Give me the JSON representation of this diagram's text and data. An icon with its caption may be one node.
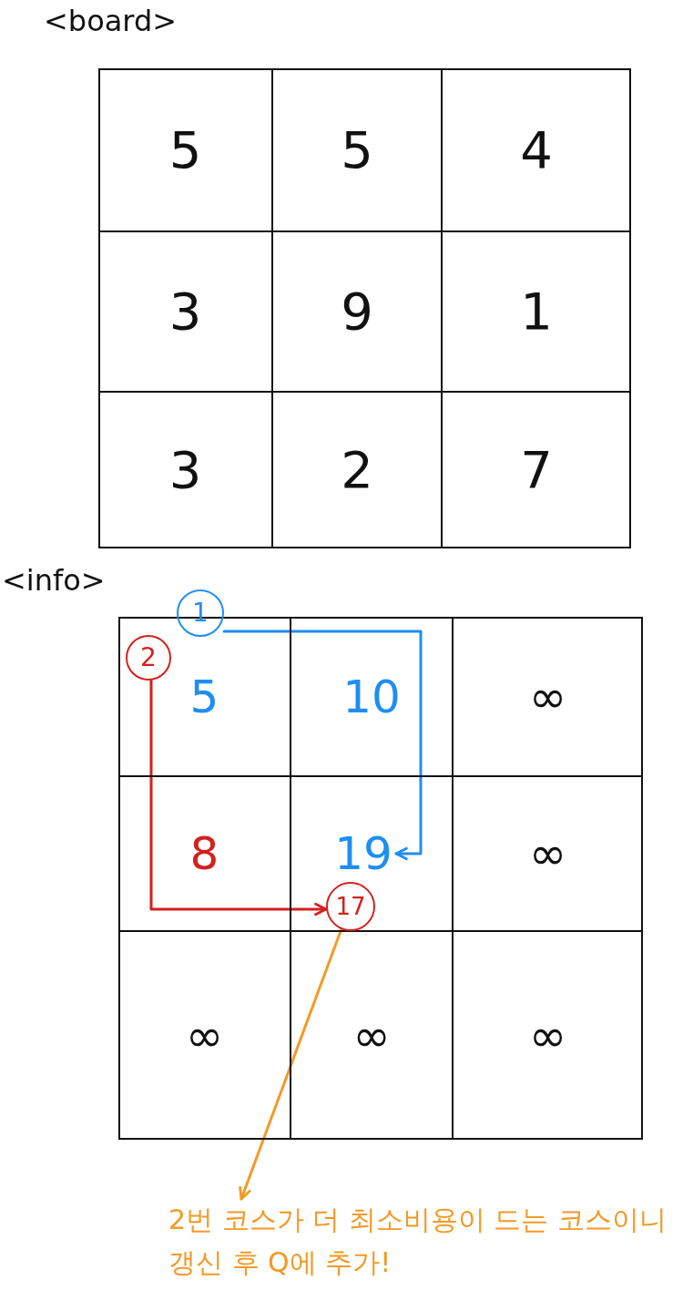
{
  "diagram": {
    "nodes": [
      {
        "text": [
          "<board>"
        ]
      },
      {
        "text": [
          "<info>"
        ]
      },
      {
        "text": [
          "1"
        ]
      },
      {
        "text": [
          "2"
        ],
        "in": 1
      },
      {
        "text": [
          "19"
        ],
        "in": 1
      },
      {
        "text": [
          "17"
        ],
        "in": 1
      },
      {
        "text": [
          "2번 코스가 더 최소비용이 드는 코스이니 갱신 후 Q에 추가!"
        ]
      }
    ],
    "edges": [
      {
        "from": 2,
        "to": 4,
        "arrow": "to",
        "color": "#1f8ef1"
      },
      {
        "from": 3,
        "to": 5,
        "arrow": "to",
        "color": "#d42020"
      },
      {
        "from": 5,
        "to": 6,
        "arrow": "to",
        "color": "#f29a27"
      }
    ],
    "labels": [
      "5",
      "5",
      "4",
      "3",
      "9",
      "1",
      "3",
      "2",
      "7",
      "5",
      "10",
      "∞",
      "8",
      "∞",
      "∞",
      "∞",
      "∞"
    ]
  }
}
